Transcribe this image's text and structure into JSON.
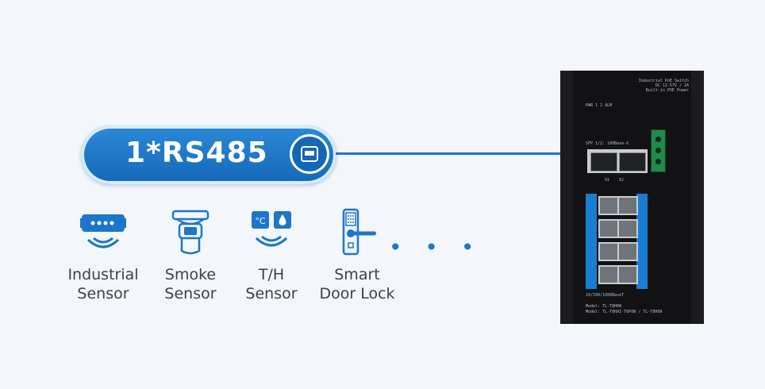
{
  "interface": {
    "label": "1*RS485",
    "icon": "serial-port-icon"
  },
  "sensors": [
    {
      "id": "industrial",
      "line1": "Industrial",
      "line2": "Sensor",
      "icon": "industrial-sensor-icon"
    },
    {
      "id": "smoke",
      "line1": "Smoke",
      "line2": "Sensor",
      "icon": "smoke-sensor-icon"
    },
    {
      "id": "th",
      "line1": "T/H",
      "line2": "Sensor",
      "icon": "temperature-humidity-sensor-icon",
      "temp_symbol": "°C"
    },
    {
      "id": "door",
      "line1": "Smart",
      "line2": "Door Lock",
      "icon": "smart-door-lock-icon"
    }
  ],
  "more_indicator": "• • •",
  "device": {
    "top_label_1": "Industrial PoE Switch",
    "top_label_2": "DC 12-57V / 2A",
    "top_label_3": "Built-in POE Power",
    "leds": "PWR  1  2   ALM",
    "sfp_label": "SFP 1/2: 100Base-X",
    "sfp_ports": [
      "X1",
      "X2"
    ],
    "port_label": "10/100/1000BaseT",
    "model_1": "Model: TL-T8H6N",
    "model_2": "Model: TL-T8HAI-T8POW / TL-T8H6N"
  },
  "colors": {
    "accent": "#1c76c9",
    "pill_dark": "#1467b7",
    "background": "#f3f7fb",
    "text": "#3b4048"
  }
}
